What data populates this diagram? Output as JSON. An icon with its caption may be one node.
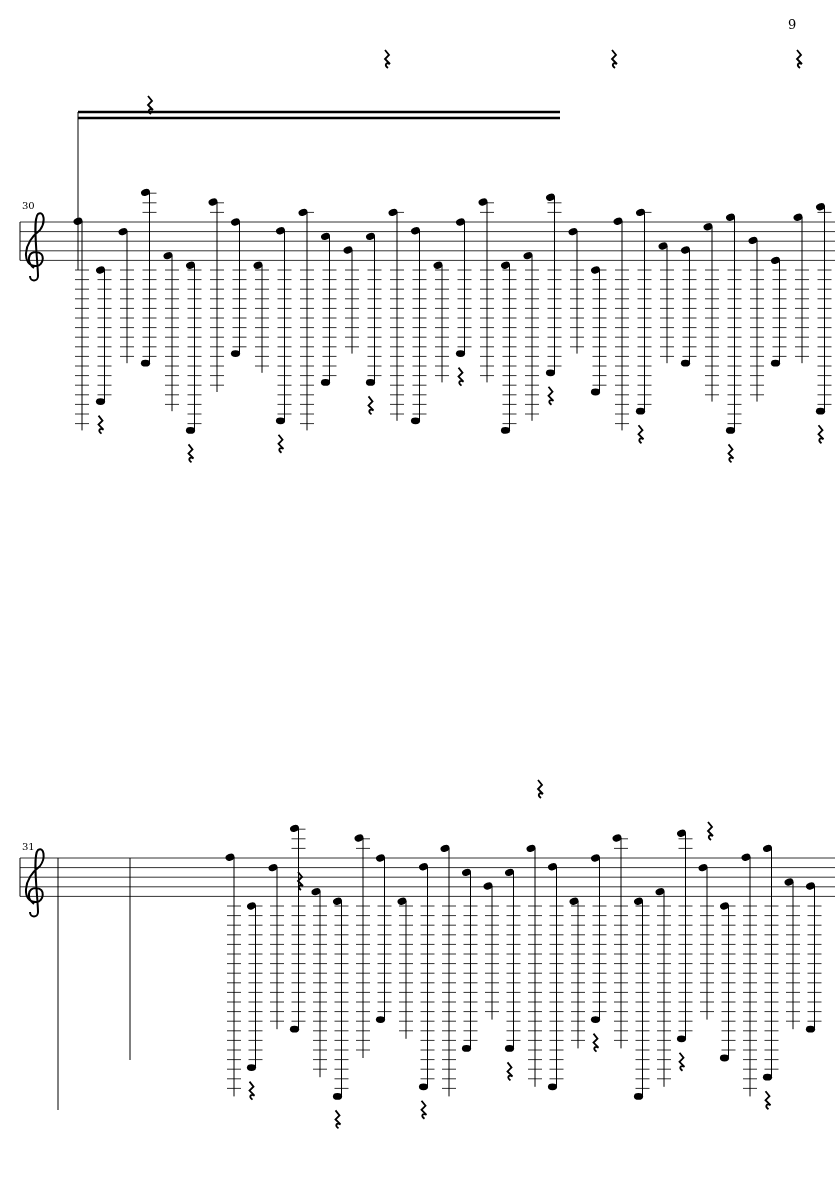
{
  "diagram": {
    "labels": [
      "9",
      "30",
      "31"
    ]
  }
}
